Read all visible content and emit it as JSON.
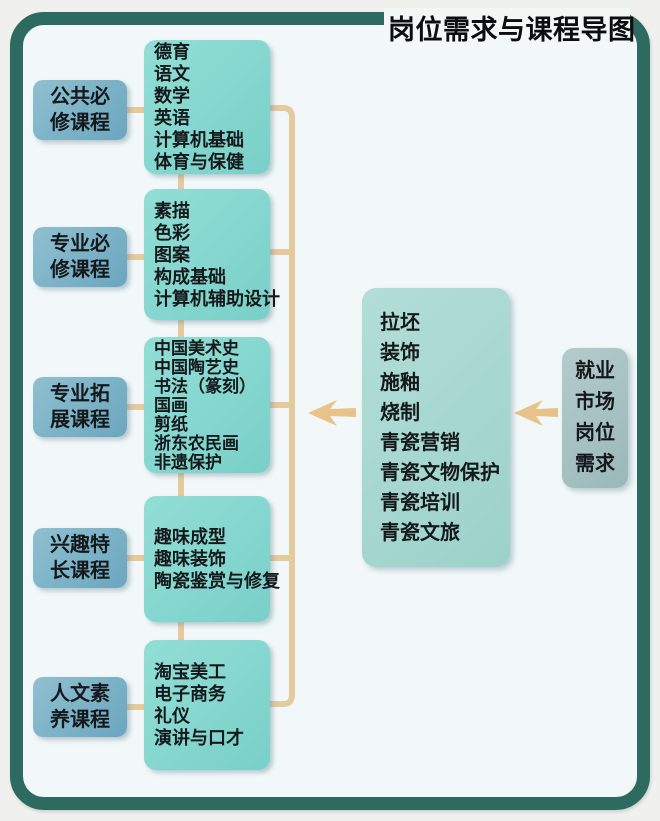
{
  "title": "岗位需求与课程导图",
  "course_groups": [
    {
      "category": "公共必修课程",
      "category_lines": [
        "公共必",
        "修课程"
      ],
      "courses": [
        "德育",
        "语文",
        "数学",
        "英语",
        "计算机基础",
        "体育与保健"
      ]
    },
    {
      "category": "专业必修课程",
      "category_lines": [
        "专业必",
        "修课程"
      ],
      "courses": [
        "素描",
        "色彩",
        "图案",
        "构成基础",
        "计算机辅助设计"
      ]
    },
    {
      "category": "专业拓展课程",
      "category_lines": [
        "专业拓",
        "展课程"
      ],
      "courses": [
        "中国美术史",
        "中国陶艺史",
        "书法（篆刻）",
        "国画",
        "剪纸",
        "浙东农民画",
        "非遗保护"
      ]
    },
    {
      "category": "兴趣特长课程",
      "category_lines": [
        "兴趣特",
        "长课程"
      ],
      "courses": [
        "趣味成型",
        "趣味装饰",
        "陶瓷鉴赏与修复"
      ]
    },
    {
      "category": "人文素养课程",
      "category_lines": [
        "人文素",
        "养课程"
      ],
      "courses": [
        "淘宝美工",
        "电子商务",
        "礼仪",
        "演讲与口才"
      ]
    }
  ],
  "job_skills": [
    "拉坯",
    "装饰",
    "施釉",
    "烧制",
    "青瓷营销",
    "青瓷文物保护",
    "青瓷培训",
    "青瓷文旅"
  ],
  "market": {
    "text": "就业市场岗位需求",
    "lines": [
      "就业",
      "市场",
      "岗位",
      "需求"
    ]
  },
  "colors": {
    "frame_green": "#2d6b60",
    "category_box_blue": "#7db4c8",
    "course_box_teal": "#85d6cf",
    "skills_box_sage": "#a8d9d1",
    "market_box_gray": "#a3bfbf",
    "connector_tan": "#e4cb9d",
    "arrow_tan": "#e7c389",
    "text_dark": "#15191c",
    "inner_background": "#f2f8f9",
    "outer_background": "#f0f1ee"
  }
}
